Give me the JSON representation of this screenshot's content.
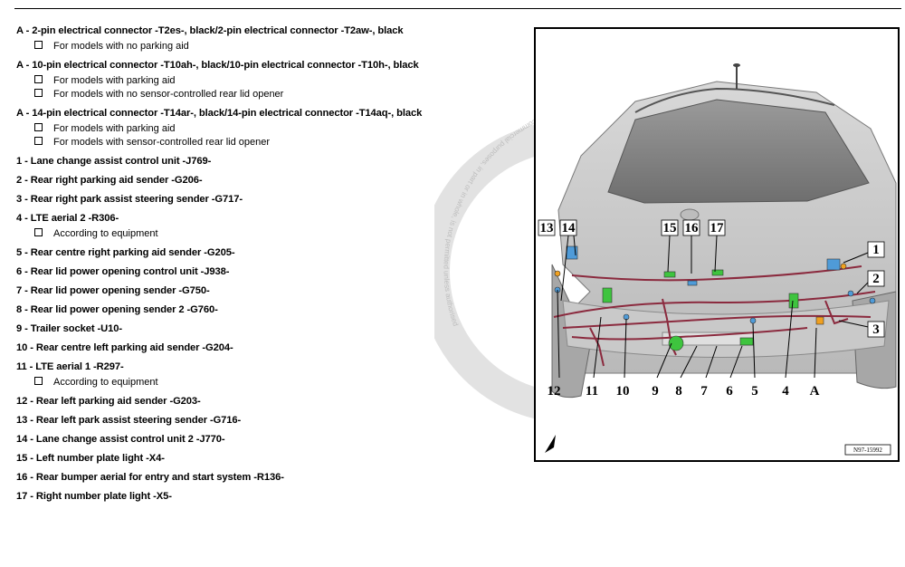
{
  "legend": [
    {
      "label": "A - 2-pin electrical connector -T2es-, black/2-pin electrical connector -T2aw-, black",
      "notes": [
        "For models with no parking aid"
      ]
    },
    {
      "label": "A - 10-pin electrical connector -T10ah-, black/10-pin electrical connector -T10h-, black",
      "notes": [
        "For models with parking aid",
        "For models with no sensor-controlled rear lid opener"
      ]
    },
    {
      "label": "A - 14-pin electrical connector -T14ar-, black/14-pin electrical connector -T14aq-, black",
      "notes": [
        "For models with parking aid",
        "For models with sensor-controlled rear lid opener"
      ]
    },
    {
      "label": "1 - Lane change assist control unit -J769-",
      "notes": []
    },
    {
      "label": "2 - Rear right parking aid sender -G206-",
      "notes": []
    },
    {
      "label": "3 - Rear right park assist steering sender -G717-",
      "notes": []
    },
    {
      "label": "4 - LTE aerial 2 -R306-",
      "notes": [
        "According to equipment"
      ]
    },
    {
      "label": "5 - Rear centre right parking aid sender -G205-",
      "notes": []
    },
    {
      "label": "6 - Rear lid power opening control unit -J938-",
      "notes": []
    },
    {
      "label": "7 - Rear lid power opening sender -G750-",
      "notes": []
    },
    {
      "label": "8 - Rear lid power opening sender 2 -G760-",
      "notes": []
    },
    {
      "label": "9 - Trailer socket -U10-",
      "notes": []
    },
    {
      "label": "10 - Rear centre left parking aid sender -G204-",
      "notes": []
    },
    {
      "label": "11 - LTE aerial 1 -R297-",
      "notes": [
        "According to equipment"
      ]
    },
    {
      "label": "12 - Rear left parking aid sender -G203-",
      "notes": []
    },
    {
      "label": "13 - Rear left park assist steering sender -G716-",
      "notes": []
    },
    {
      "label": "14 - Lane change assist control unit 2 -J770-",
      "notes": []
    },
    {
      "label": "15 - Left number plate light -X4-",
      "notes": []
    },
    {
      "label": "16 - Rear bumper aerial for entry and start system -R136-",
      "notes": []
    },
    {
      "label": "17 - Right number plate light -X5-",
      "notes": []
    }
  ],
  "watermark": {
    "text": "Copying for private or commercial purposes, in part or in whole, is not permitted unless authorised"
  },
  "figure": {
    "ref": "N97-15992",
    "callouts_top": [
      "13",
      "14",
      "15",
      "16",
      "17"
    ],
    "callouts_right": [
      "1",
      "2",
      "3"
    ],
    "callouts_bottom": [
      "12",
      "11",
      "10",
      "9",
      "8",
      "7",
      "6",
      "5",
      "4",
      "A"
    ],
    "colors": {
      "wiring": "#8b2a3e",
      "sensor": "#4f9bd8",
      "module_green": "#3ec43e",
      "connector_orange": "#f0a020"
    }
  }
}
